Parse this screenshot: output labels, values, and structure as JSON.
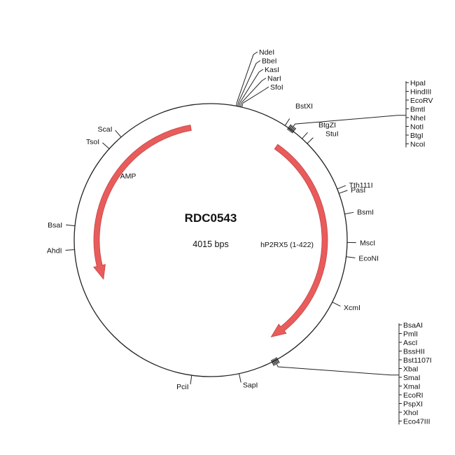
{
  "plasmid": {
    "name": "RDC0543",
    "size_label": "4015 bps",
    "total_bp": 4015
  },
  "colors": {
    "feature_arrow": "#e85c5c",
    "feature_arrow_edge": "#c84444",
    "backbone": "#222222"
  },
  "features": [
    {
      "id": "amp",
      "label": "AMP",
      "start_deg": 350,
      "end_deg": 250,
      "direction": "ccw"
    },
    {
      "id": "hp2rx5",
      "label": "hP2RX5 (1-422)",
      "start_deg": 35,
      "end_deg": 148,
      "direction": "cw"
    }
  ],
  "single_sites": [
    {
      "id": "tth111i",
      "label": "Tth111I",
      "angle": 68
    },
    {
      "id": "pasi",
      "label": "PasI",
      "angle": 70
    },
    {
      "id": "bsmi",
      "label": "BsmI",
      "angle": 79
    },
    {
      "id": "msci",
      "label": "MscI",
      "angle": 91
    },
    {
      "id": "econi",
      "label": "EcoNI",
      "angle": 97
    },
    {
      "id": "xcmi",
      "label": "XcmI",
      "angle": 117
    },
    {
      "id": "sapi",
      "label": "SapI",
      "angle": 168
    },
    {
      "id": "pcii",
      "label": "PciI",
      "angle": 188
    },
    {
      "id": "ahdi",
      "label": "AhdI",
      "angle": 266
    },
    {
      "id": "bsai",
      "label": "BsaI",
      "angle": 276
    },
    {
      "id": "tsoi",
      "label": "TsoI",
      "angle": 312
    },
    {
      "id": "scai",
      "label": "ScaI",
      "angle": 319
    }
  ],
  "site_groups": [
    {
      "id": "ndei-group",
      "sites": [
        "NdeI",
        "BbeI",
        "KasI",
        "NarI",
        "SfoI"
      ],
      "angle": 12
    },
    {
      "id": "bstxi-group",
      "sites": [
        "BstXI"
      ],
      "angle": 33
    },
    {
      "id": "hpai-group",
      "sites": [
        "HpaI",
        "HindIII",
        "EcoRV",
        "BmtI",
        "NheI",
        "NotI",
        "BtgI",
        "NcoI"
      ],
      "angle": 36
    },
    {
      "id": "btgzi-group",
      "sites": [
        "BtgZI",
        "StuI"
      ],
      "angle": 42
    },
    {
      "id": "bsaai-group",
      "sites": [
        "BsaAI",
        "PmlI",
        "AscI",
        "BssHII",
        "Bst1107I",
        "XbaI",
        "SmaI",
        "XmaI",
        "EcoRI",
        "PspXI",
        "XhoI",
        "Eco47III"
      ],
      "angle": 152
    }
  ]
}
